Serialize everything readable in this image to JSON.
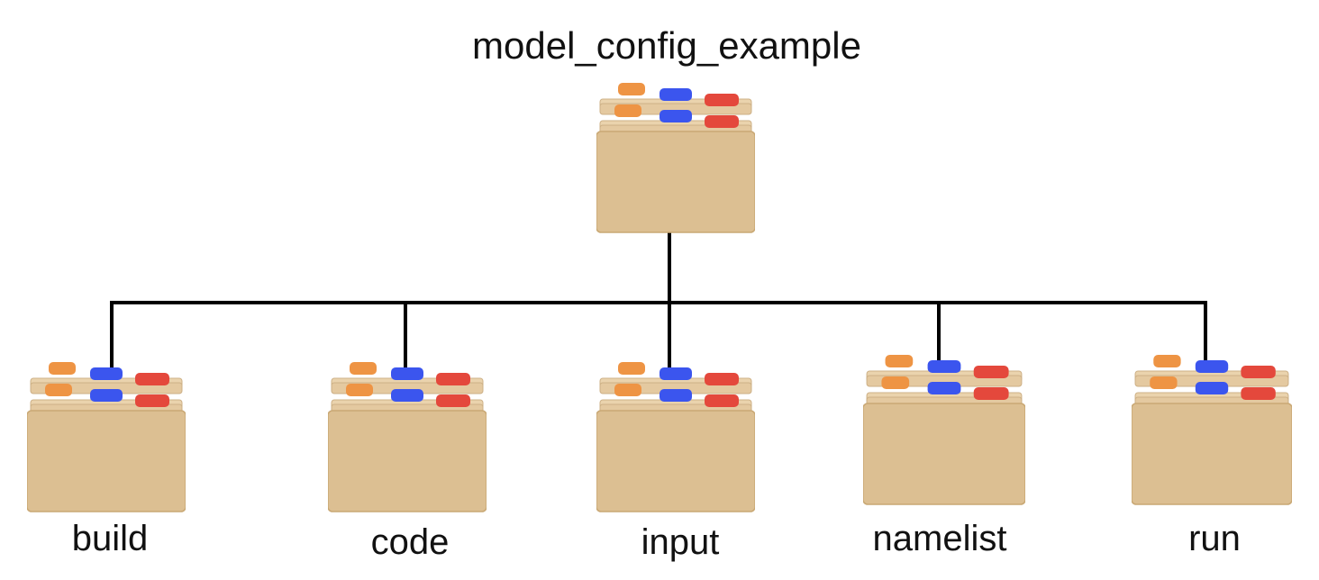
{
  "root": {
    "label": "model_config_example",
    "icon": "file-cabinet-icon"
  },
  "children": [
    {
      "label": "build",
      "icon": "file-cabinet-icon"
    },
    {
      "label": "code",
      "icon": "file-cabinet-icon"
    },
    {
      "label": "input",
      "icon": "file-cabinet-icon"
    },
    {
      "label": "namelist",
      "icon": "file-cabinet-icon"
    },
    {
      "label": "run",
      "icon": "file-cabinet-icon"
    }
  ],
  "colors": {
    "folder": "#dcbf92",
    "folder_edge": "#c9a874",
    "tab_orange": "#ee9444",
    "tab_blue": "#3b55ee",
    "tab_red": "#e4483c",
    "connector": "#000000"
  }
}
